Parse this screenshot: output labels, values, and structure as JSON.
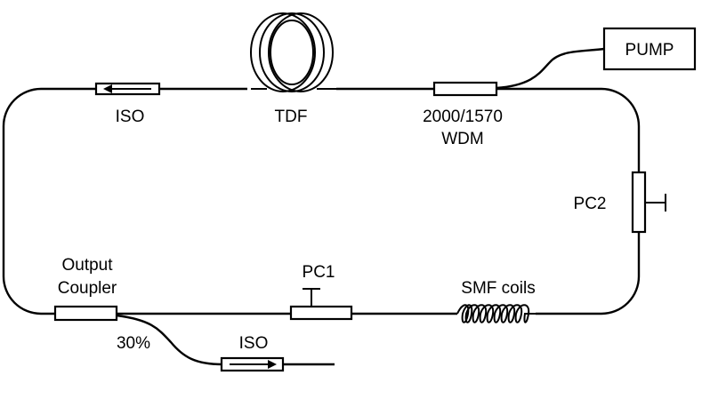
{
  "labels": {
    "pump": "PUMP",
    "iso_top": "ISO",
    "tdf": "TDF",
    "wdm_line1": "2000/1570",
    "wdm_line2": "WDM",
    "pc2": "PC2",
    "output_coupler_line1": "Output",
    "output_coupler_line2": "Coupler",
    "pc1": "PC1",
    "smf_coils": "SMF coils",
    "ratio": "30%",
    "iso_output": "ISO"
  },
  "colors": {
    "stroke": "#000000",
    "background": "#ffffff"
  }
}
